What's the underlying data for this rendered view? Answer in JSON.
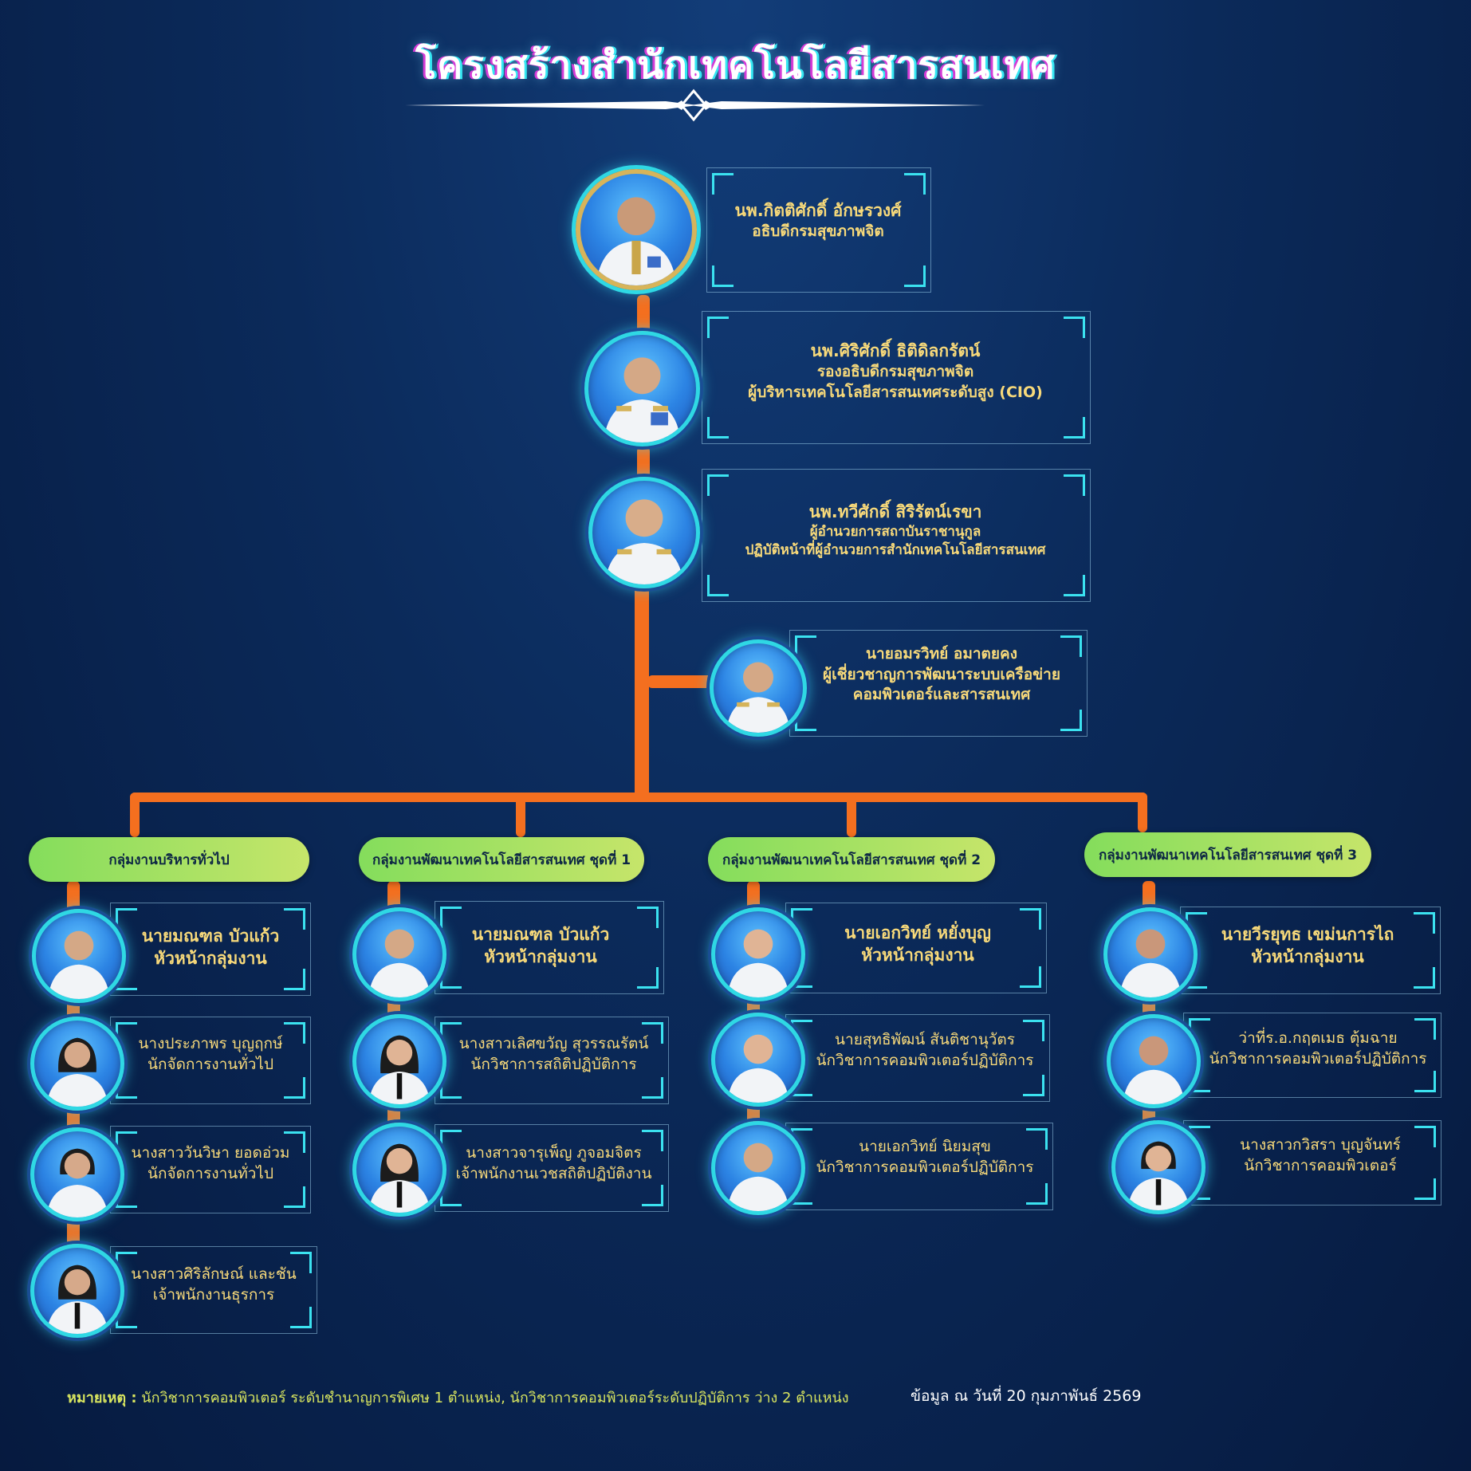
{
  "title": "โครงสร้างสำนักเทคโนโลยีสารสนเทศ",
  "colors": {
    "connector": "#f46f1f",
    "group_pill": "#a8e063",
    "name_text": "#f7d97a",
    "frame_accent": "#3be2f0",
    "background": "#0b2a5a"
  },
  "leaders": [
    {
      "name": "นพ.กิตติศักดิ์  อักษรวงศ์",
      "lines": [
        "อธิบดีกรมสุขภาพจิต"
      ]
    },
    {
      "name": "นพ.ศิริศักดิ์  ธิติดิลกรัตน์",
      "lines": [
        "รองอธิบดีกรมสุขภาพจิต",
        "ผู้บริหารเทคโนโลยีสารสนเทศระดับสูง (CIO)"
      ]
    },
    {
      "name": "นพ.ทวีศักดิ์ สิริรัตน์เรขา",
      "lines": [
        "ผู้อำนวยการสถาบันราชานุกูล",
        "ปฏิบัติหน้าที่ผู้อำนวยการสำนักเทคโนโลยีสารสนเทศ"
      ]
    }
  ],
  "expert": {
    "name": "นายอมรวิทย์ อมาตยคง",
    "lines": [
      "ผู้เชี่ยวชาญการพัฒนาระบบเครือข่าย",
      "คอมพิวเตอร์และสารสนเทศ"
    ]
  },
  "groups": [
    {
      "title": "กลุ่มงานบริหารทั่วไป",
      "head": {
        "name": "นายมณฑล บัวแก้ว",
        "role": "หัวหน้ากลุ่มงาน"
      },
      "staff": [
        {
          "name": "นางประภาพร บุญฤกษ์",
          "role": "นักจัดการงานทั่วไป"
        },
        {
          "name": "นางสาววันวิษา ยอดอ่วม",
          "role": "นักจัดการงานทั่วไป"
        },
        {
          "name": "นางสาวศิริลักษณ์ และชัน",
          "role": "เจ้าพนักงานธุรการ"
        }
      ]
    },
    {
      "title": "กลุ่มงานพัฒนาเทคโนโลยีสารสนเทศ ชุดที่ 1",
      "head": {
        "name": "นายมณฑล บัวแก้ว",
        "role": "หัวหน้ากลุ่มงาน"
      },
      "staff": [
        {
          "name": "นางสาวเลิศขวัญ สุวรรณรัตน์",
          "role": "นักวิชาการสถิติปฏิบัติการ"
        },
        {
          "name": "นางสาวจารุเพ็ญ ภูจอมจิตร",
          "role": "เจ้าพนักงานเวชสถิติปฏิบัติงาน"
        }
      ]
    },
    {
      "title": "กลุ่มงานพัฒนาเทคโนโลยีสารสนเทศ ชุดที่ 2",
      "head": {
        "name": "นายเอกวิทย์ หยั่งบุญ",
        "role": "หัวหน้ากลุ่มงาน"
      },
      "staff": [
        {
          "name": "นายสุทธิพัฒน์ สันติชานุวัตร",
          "role": "นักวิชาการคอมพิวเตอร์ปฏิบัติการ"
        },
        {
          "name": "นายเอกวิทย์ นิยมสุข",
          "role": "นักวิชาการคอมพิวเตอร์ปฏิบัติการ"
        }
      ]
    },
    {
      "title": "กลุ่มงานพัฒนาเทคโนโลยีสารสนเทศ ชุดที่ 3",
      "head": {
        "name": "นายวีรยุทธ เขม่นการไถ",
        "role": "หัวหน้ากลุ่มงาน"
      },
      "staff": [
        {
          "name": "ว่าที่ร.อ.กฤตเมธ ตุ้มฉาย",
          "role": "นักวิชาการคอมพิวเตอร์ปฏิบัติการ"
        },
        {
          "name": "นางสาวกวิสรา บุญจันทร์",
          "role": "นักวิชาการคอมพิวเตอร์"
        }
      ]
    }
  ],
  "footer": {
    "note_label": "หมายเหตุ :",
    "note_text": "นักวิชาการคอมพิวเตอร์ ระดับชำนาญการพิเศษ 1 ตำแหน่ง, นักวิชาการคอมพิวเตอร์ระดับปฏิบัติการ ว่าง 2 ตำแหน่ง",
    "date": "ข้อมูล ณ วันที่ 20 กุมภาพันธ์ 2569"
  }
}
